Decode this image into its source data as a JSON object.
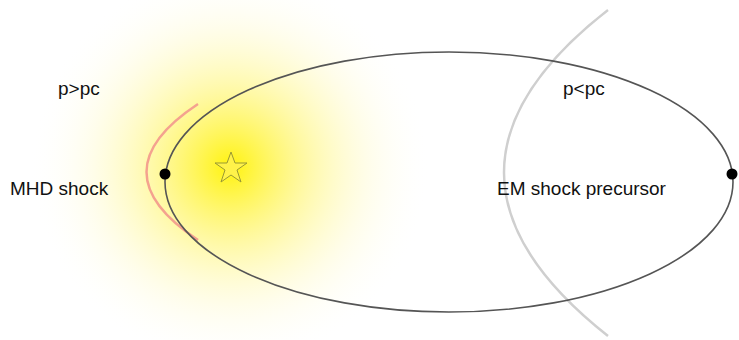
{
  "diagram": {
    "labels": [
      "p>pc",
      "MHD shock",
      "p<pc",
      "EM shock precursor"
    ]
  }
}
